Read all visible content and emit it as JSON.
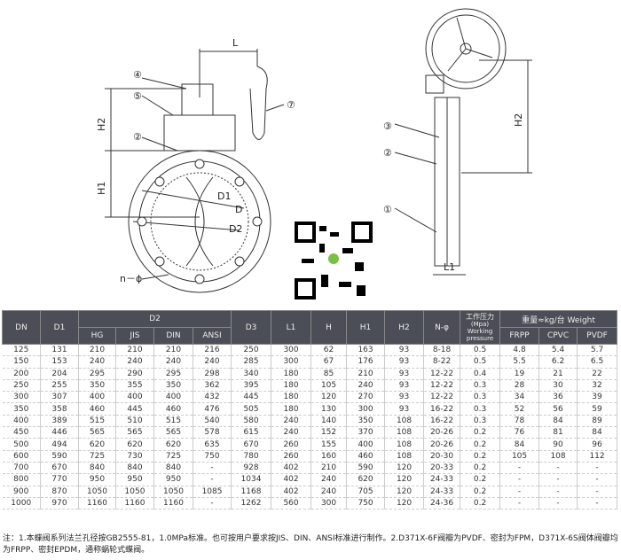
{
  "drawing": {
    "front_labels": {
      "L": "L",
      "n4": "④",
      "n5": "⑤",
      "n7": "⑦",
      "H2": "H2",
      "n2": "②",
      "H1": "H1",
      "D1": "D1",
      "D": "D",
      "D2": "D2",
      "n_phi": "n－ϕ"
    },
    "side_labels": {
      "H2": "H2",
      "n3": "③",
      "n2": "②",
      "n1": "①",
      "L1": "L1"
    }
  },
  "table": {
    "headers": {
      "DN": "DN",
      "D1": "D1",
      "D2": "D2",
      "D2_sub": [
        "HG",
        "JIS",
        "DIN",
        "ANSI"
      ],
      "D3": "D3",
      "L1": "L1",
      "H": "H",
      "H1": "H1",
      "H2": "H2",
      "N_phi": "N-φ",
      "pressure_cn": "工作压力",
      "pressure_unit": "(Mpa)",
      "pressure_en": "Working pressure",
      "weight": "重量≈kg/台 Weight",
      "weight_sub": [
        "FRPP",
        "CPVC",
        "PVDF"
      ]
    },
    "rows": [
      [
        "125",
        "131",
        "210",
        "210",
        "210",
        "216",
        "250",
        "300",
        "62",
        "163",
        "93",
        "8-18",
        "0.5",
        "4.8",
        "5.4",
        "5.7"
      ],
      [
        "150",
        "153",
        "240",
        "240",
        "240",
        "240",
        "285",
        "300",
        "67",
        "176",
        "93",
        "8-22",
        "0.5",
        "5.5",
        "6.2",
        "6.5"
      ],
      [
        "200",
        "204",
        "295",
        "290",
        "295",
        "298",
        "340",
        "180",
        "85",
        "210",
        "93",
        "12-22",
        "0.4",
        "19",
        "21",
        "22"
      ],
      [
        "250",
        "255",
        "350",
        "355",
        "350",
        "362",
        "395",
        "180",
        "105",
        "240",
        "93",
        "12-22",
        "0.3",
        "28",
        "30",
        "32"
      ],
      [
        "300",
        "307",
        "400",
        "400",
        "400",
        "432",
        "445",
        "180",
        "120",
        "270",
        "93",
        "12-22",
        "0.3",
        "34",
        "36",
        "39"
      ],
      [
        "350",
        "358",
        "460",
        "445",
        "460",
        "476",
        "505",
        "180",
        "130",
        "300",
        "93",
        "16-22",
        "0.3",
        "52",
        "56",
        "59"
      ],
      [
        "400",
        "389",
        "515",
        "510",
        "515",
        "540",
        "580",
        "240",
        "140",
        "350",
        "108",
        "16-22",
        "0.3",
        "78",
        "84",
        "89"
      ],
      [
        "450",
        "446",
        "565",
        "565",
        "565",
        "578",
        "615",
        "240",
        "152",
        "370",
        "108",
        "20-26",
        "0.2",
        "76",
        "81",
        "84"
      ],
      [
        "500",
        "494",
        "620",
        "620",
        "620",
        "635",
        "670",
        "260",
        "155",
        "400",
        "108",
        "20-26",
        "0.2",
        "84",
        "90",
        "96"
      ],
      [
        "600",
        "590",
        "725",
        "730",
        "725",
        "750",
        "780",
        "260",
        "160",
        "460",
        "108",
        "20-30",
        "0.2",
        "105",
        "108",
        "112"
      ],
      [
        "700",
        "670",
        "840",
        "840",
        "840",
        "-",
        "928",
        "402",
        "210",
        "590",
        "120",
        "20-33",
        "0.2",
        "-",
        "-",
        "-"
      ],
      [
        "800",
        "770",
        "950",
        "950",
        "950",
        "-",
        "1034",
        "402",
        "240",
        "620",
        "120",
        "24-33",
        "0.2",
        "-",
        "-",
        "-"
      ],
      [
        "900",
        "870",
        "1050",
        "1050",
        "1050",
        "1085",
        "1168",
        "402",
        "240",
        "705",
        "120",
        "24-33",
        "0.2",
        "-",
        "-",
        "-"
      ],
      [
        "1000",
        "970",
        "1160",
        "1160",
        "1160",
        "-",
        "1262",
        "560",
        "300",
        "750",
        "120",
        "24-36",
        "0.2",
        "-",
        "-",
        "-"
      ]
    ]
  },
  "note": "注：1.本蝶阀系列法兰孔径按GB2555-81，1.0MPa标准。也可按用户要求按JIS、DIN、ANSI标准进行制作。2.D371X-6F阀瓣为PVDF、密封为FPM，D371X-6S阀体阀瓣均为FRPP、密封EPDM，通称蜗轮式蝶阀。"
}
